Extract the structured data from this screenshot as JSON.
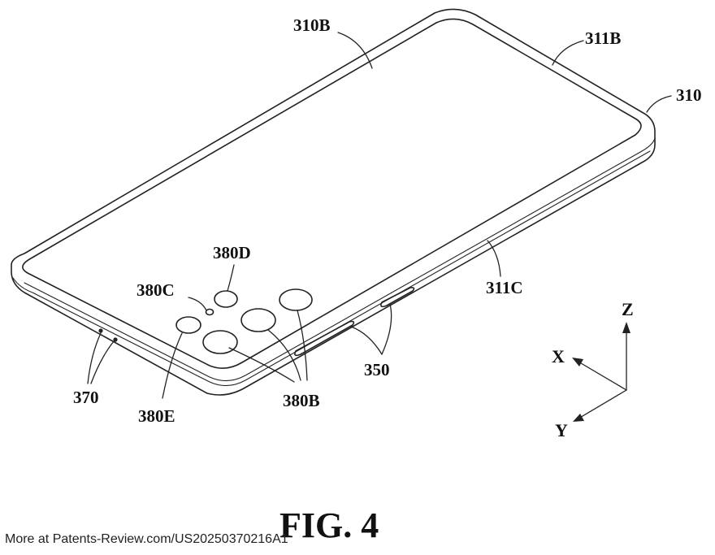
{
  "figure": {
    "caption": "FIG. 4",
    "footer": "More at Patents-Review.com/US20250370216A1"
  },
  "labels": {
    "rear_cover": "310B",
    "top_edge": "311B",
    "device": "310",
    "side_edge": "311C",
    "camera_flash": "380D",
    "camera_small": "380C",
    "camera_left": "380E",
    "cameras_main": "380B",
    "side_keys": "350",
    "holes": "370"
  },
  "axes": {
    "z": "Z",
    "x": "X",
    "y": "Y"
  }
}
